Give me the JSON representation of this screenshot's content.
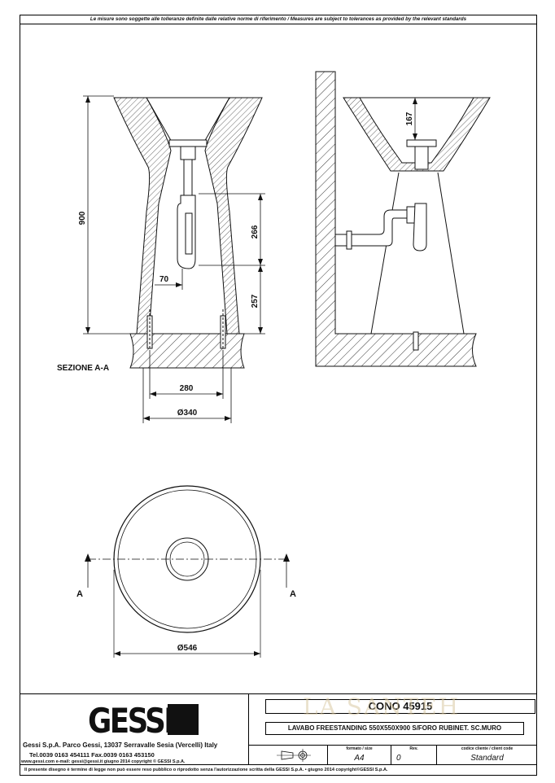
{
  "header_note": "Le misure sono soggette alle tolleranze definite dalle relative norme di riferimento / Measures are subject to tolerances as provided by the relevant standards",
  "dimensions": {
    "height_total": "900",
    "height_bowl": "167",
    "height_siphon": "266",
    "height_base": "257",
    "offset": "70",
    "fixing_span": "280",
    "base_diameter": "Ø340",
    "bowl_diameter": "Ø546"
  },
  "labels": {
    "section": "SEZIONE A-A",
    "arrow_left": "A",
    "arrow_right": "A"
  },
  "title_block": {
    "logo_text": "GESSI",
    "company_line": "Gessi S.p.A. Parco Gessi, 13037 Serravalle Sesia (Vercelli) Italy",
    "phones": "Tel.0039 0163 454111 Fax.0039 0163 453150",
    "web_line": "www.gessi.com  e-mail: gessi@gessi.it    giugno 2014    copyright © GESSI S.p.A.",
    "product_code": "CONO 45915",
    "product_desc": "LAVABO FREESTANDING 550X550X900 S/FORO RUBINET. SC.MURO",
    "format_caption": "formato / size",
    "format_value": "A4",
    "rev_caption": "Rev.",
    "rev_value": "0",
    "client_code_caption": "codice cliente / client code",
    "client_code_value": "Standard",
    "legal": "Il presente disegno è termine di legge non può essere reso pubblico o riprodotto senza l'autorizzazione scritta della GESSI S.p.A. • giugno 2014   copyright©GESSI S.p.A."
  },
  "watermark": "LA SANTEH"
}
